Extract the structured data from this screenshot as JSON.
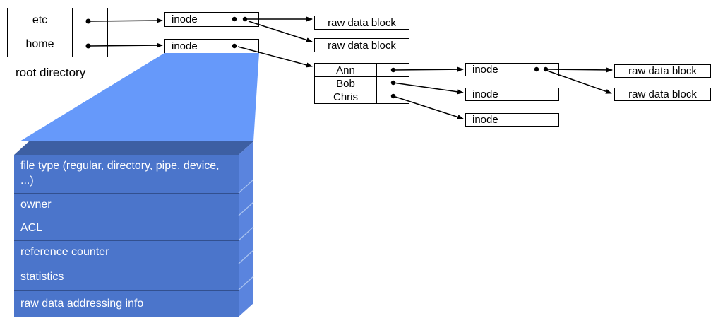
{
  "labels": {
    "inode": "inode",
    "raw_data_block": "raw data block"
  },
  "root_directory": {
    "caption": "root directory",
    "entries": [
      "etc",
      "home"
    ]
  },
  "home_directory": {
    "entries": [
      "Ann",
      "Bob",
      "Chris"
    ]
  },
  "inode_detail": {
    "rows": [
      "file type (regular, directory, pipe, device, ...)",
      "owner",
      "ACL",
      "reference counter",
      "statistics",
      "raw data addressing info"
    ]
  },
  "colors": {
    "funnel": "#6699fa",
    "front": "#4b75cb",
    "top": "#3d5fa3",
    "side": "#5a84de",
    "divider": "#32508f",
    "line": "#000000"
  }
}
